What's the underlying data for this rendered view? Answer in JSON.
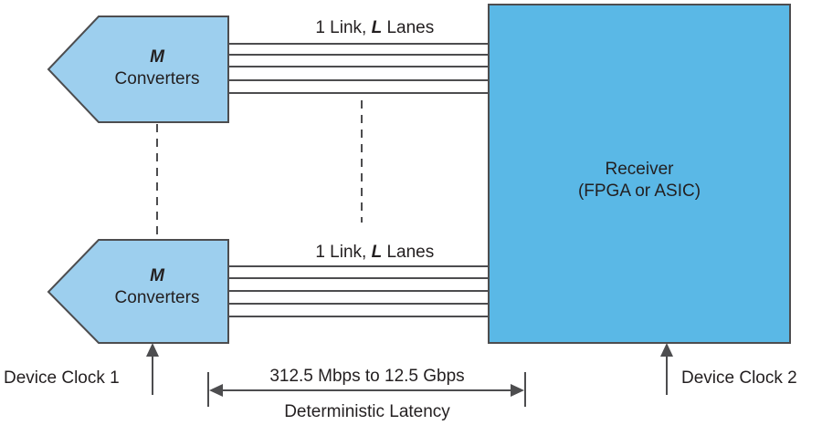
{
  "converter_top": {
    "m_symbol": "M",
    "name": "Converters"
  },
  "converter_bottom": {
    "m_symbol": "M",
    "name": "Converters"
  },
  "link_top": {
    "prefix": "1 Link, ",
    "l_symbol": "L",
    "suffix": " Lanes"
  },
  "link_bottom": {
    "prefix": "1 Link, ",
    "l_symbol": "L",
    "suffix": " Lanes"
  },
  "receiver": {
    "line1": "Receiver",
    "line2": "(FPGA or ASIC)"
  },
  "clocks": {
    "left": "Device Clock 1",
    "right": "Device Clock 2"
  },
  "rate_range": "312.5 Mbps to 12.5 Gbps",
  "latency_label": "Deterministic Latency",
  "colors": {
    "converter_fill": "#9dcfee",
    "receiver_fill": "#5ab8e6",
    "stroke": "#4d4d4f",
    "text": "#231f20"
  }
}
